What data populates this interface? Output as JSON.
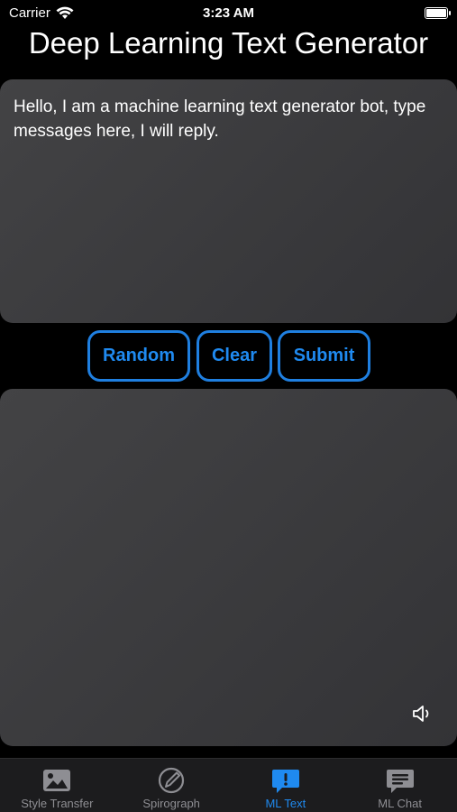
{
  "status": {
    "carrier": "Carrier",
    "time": "3:23 AM",
    "battery_level": 1.0
  },
  "header": {
    "title": "Deep Learning Text Generator"
  },
  "input": {
    "text": "Hello, I am a machine learning text generator bot, type messages here, I will reply."
  },
  "buttons": {
    "random": "Random",
    "clear": "Clear",
    "submit": "Submit"
  },
  "output": {
    "text": "",
    "speaker_icon": "speaker-icon"
  },
  "tabs": [
    {
      "label": "Style Transfer",
      "icon": "photo-icon",
      "active": false
    },
    {
      "label": "Spirograph",
      "icon": "pencil-circle-icon",
      "active": false
    },
    {
      "label": "ML Text",
      "icon": "exclamation-bubble-icon",
      "active": true
    },
    {
      "label": "ML Chat",
      "icon": "chat-bubble-icon",
      "active": false
    }
  ],
  "colors": {
    "accent": "#1f8af0",
    "inactive": "#8e8e93",
    "background": "#000000",
    "panel": "#3a3a3c"
  }
}
